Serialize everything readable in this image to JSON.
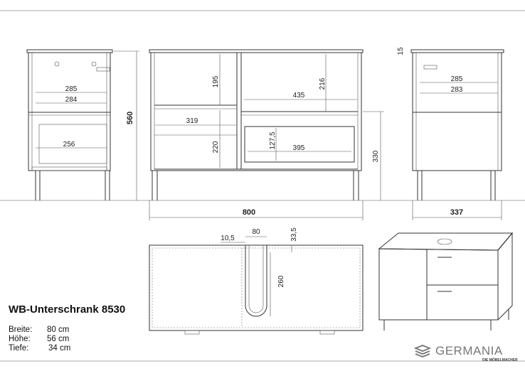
{
  "product": {
    "title": "WB-Unterschrank 8530",
    "specs": [
      {
        "label": "Breite:",
        "value": "80 cm"
      },
      {
        "label": "Höhe:",
        "value": "56 cm"
      },
      {
        "label": "Tiefe:",
        "value": "34 cm"
      }
    ]
  },
  "side_view_left": {
    "d1": "285",
    "d2": "284",
    "d3": "256",
    "height": "560"
  },
  "front_view": {
    "d195": "195",
    "d216": "216",
    "d435": "435",
    "d319": "319",
    "d220": "220",
    "d127": "127,5",
    "d395": "395",
    "d330": "330",
    "width": "800"
  },
  "side_view_right": {
    "d15": "15",
    "d285": "285",
    "d283": "283",
    "depth": "337"
  },
  "top_view": {
    "d10": "10,5",
    "d80": "80",
    "d33": "33,5",
    "d260": "260"
  },
  "logo": {
    "name": "GERMANIA",
    "tagline": "DIE MÖBELMACHER"
  }
}
